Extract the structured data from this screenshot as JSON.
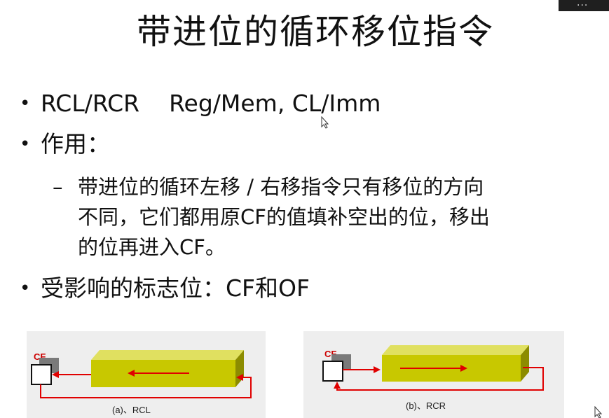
{
  "slide": {
    "title": "带进位的循环移位指令",
    "bullet1": {
      "instr": "RCL/RCR",
      "operands": "Reg/Mem, CL/Imm"
    },
    "bullet2": {
      "label": "作用："
    },
    "sub": {
      "dash": "–",
      "lines": [
        "带进位的循环左移 / 右移指令只有移位的方向",
        "不同，它们都用原CF的值填补空出的位，移出",
        "的位再进入CF。"
      ]
    },
    "bullet3": {
      "label": "受影响的标志位：CF和OF"
    },
    "bullet_glyph": "•"
  },
  "diagrams": {
    "a": {
      "flag_label": "CF",
      "caption": "(a)、RCL"
    },
    "b": {
      "flag_label": "CF",
      "caption": "(b)、RCR"
    }
  },
  "colors": {
    "register_face": "#c8c800",
    "register_top": "#e0e060",
    "register_side": "#8c8c00",
    "arrow": "#e00000",
    "flag_label": "#cc0000",
    "panel_bg": "#eeeeee"
  },
  "topbar": {
    "text": "..."
  }
}
